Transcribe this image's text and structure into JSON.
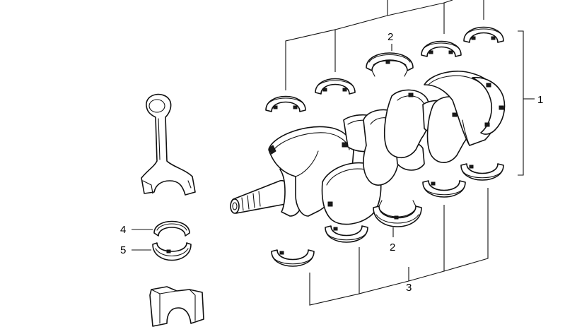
{
  "diagram": {
    "callouts": {
      "crankshaft": "1",
      "upper_bearing_top": "2",
      "lower_bearing_bottom": "2",
      "lower_shells": "3",
      "rod_bearing_upper": "4",
      "rod_bearing_lower": "5"
    },
    "icons": {
      "crankshaft": "crankshaft-icon",
      "connecting_rod": "connecting-rod-icon",
      "bearing_shell": "bearing-shell-icon",
      "bearing_cap": "bearing-cap-icon"
    },
    "colors": {
      "ink": "#111111",
      "background": "#ffffff"
    }
  }
}
